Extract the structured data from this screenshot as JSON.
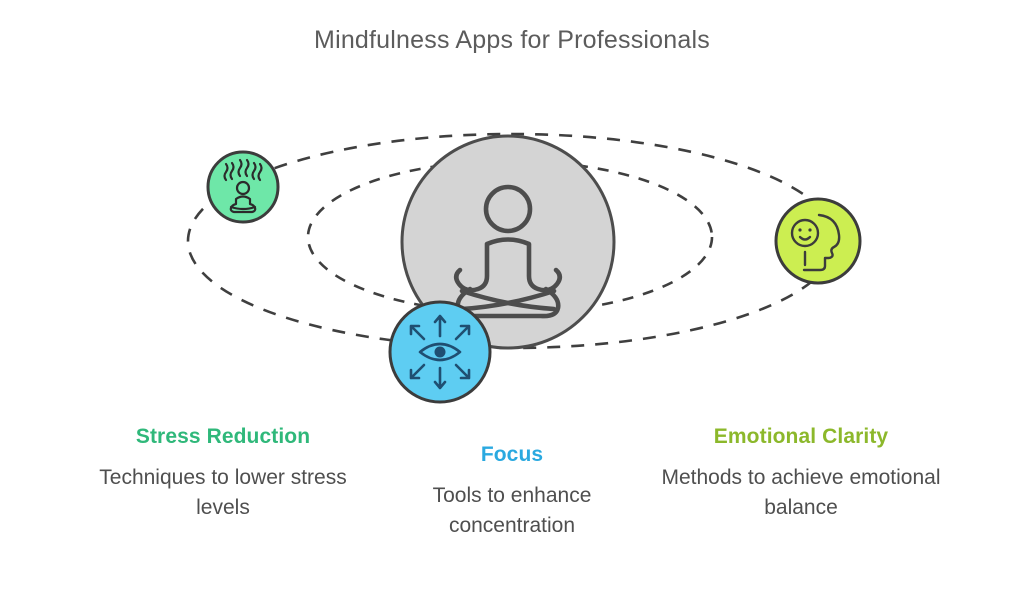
{
  "header": {
    "title": "Mindfulness Apps for Professionals"
  },
  "diagram": {
    "center_node": {
      "icon": "meditating-person-lotus-icon",
      "fill": "#d4d4d4",
      "stroke": "#4d4d4d"
    },
    "orbits": [
      {
        "name": "outer-orbit",
        "style": "dashed",
        "stroke": "#3f3f3f"
      },
      {
        "name": "inner-orbit",
        "style": "dashed",
        "stroke": "#3f3f3f"
      }
    ],
    "nodes": [
      {
        "id": "stress-reduction",
        "icon": "stressed-person-waves-icon",
        "fill": "#6ee7a8",
        "stroke": "#3c3c3c",
        "accent": "#2fb87a"
      },
      {
        "id": "focus",
        "icon": "eye-radiating-arrows-icon",
        "fill": "#5ecdf2",
        "stroke": "#3c3c3c",
        "accent": "#2aa9e0"
      },
      {
        "id": "emotional-clarity",
        "icon": "head-profile-smiley-icon",
        "fill": "#ccee51",
        "stroke": "#3c3c3c",
        "accent": "#8cb82b"
      }
    ]
  },
  "columns": [
    {
      "id": "stress-reduction",
      "heading": "Stress Reduction",
      "heading_color": "#2fb87a",
      "description": "Techniques to lower stress levels"
    },
    {
      "id": "focus",
      "heading": "Focus",
      "heading_color": "#2aa9e0",
      "description": "Tools to enhance concentration"
    },
    {
      "id": "emotional-clarity",
      "heading": "Emotional Clarity",
      "heading_color": "#8cb82b",
      "description": "Methods to achieve emotional balance"
    }
  ]
}
